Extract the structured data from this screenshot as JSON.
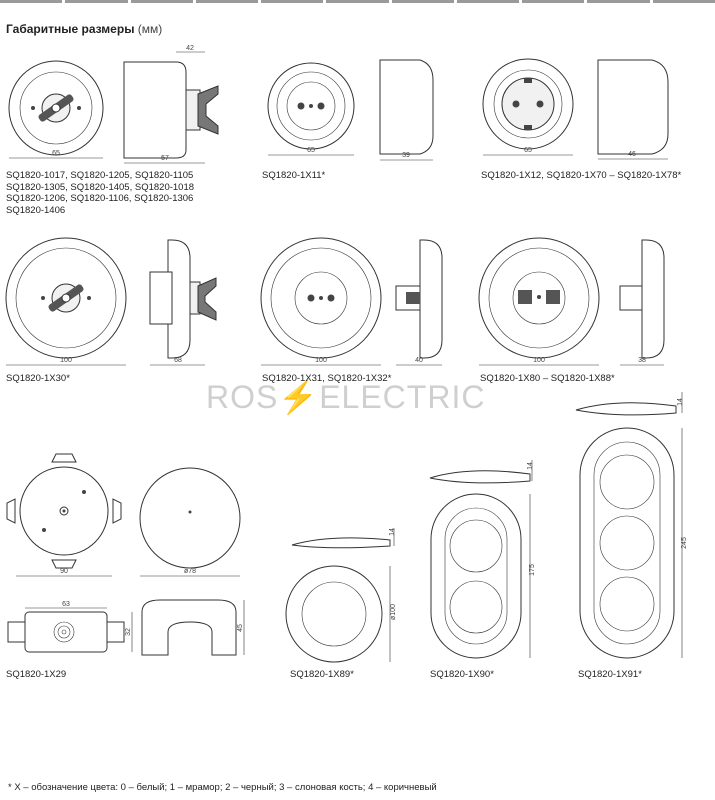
{
  "header": {
    "title_bold": "Габаритные размеры",
    "title_unit": "(мм)"
  },
  "watermark": {
    "left": "ROS",
    "right": "ELECTRIC"
  },
  "captions": {
    "c1": [
      "SQ1820-1017, SQ1820-1205, SQ1820-1105",
      "SQ1820-1305, SQ1820-1405, SQ1820-1018",
      "SQ1820-1206, SQ1820-1106, SQ1820-1306",
      "SQ1820-1406"
    ],
    "c2": "SQ1820-1X11*",
    "c3": "SQ1820-1X12, SQ1820-1X70 – SQ1820-1X78*",
    "c4": "SQ1820-1X30*",
    "c5": "SQ1820-1X31, SQ1820-1X32*",
    "c6": "SQ1820-1X80 – SQ1820-1X88*",
    "c7": "SQ1820-1X29",
    "c8": "SQ1820-1X89*",
    "c9": "SQ1820-1X90*",
    "c10": "SQ1820-1X91*"
  },
  "dimensions": {
    "d42": "42",
    "d65a": "65",
    "d57": "57",
    "d65b": "65",
    "d39": "39",
    "d65c": "65",
    "d46": "46",
    "d100a": "100",
    "d68": "68",
    "d100b": "100",
    "d40": "40",
    "d100c": "100",
    "d38": "38",
    "d90": "90",
    "d78": "ø78",
    "d63": "63",
    "d32": "32",
    "d45": "45",
    "d14a": "14",
    "d100d": "ø100",
    "d14b": "14",
    "d175": "175",
    "d14c": "14",
    "d245": "245"
  },
  "footnote": "* Х – обозначение цвета: 0 – белый; 1 – мрамор; 2 – черный; 3 – слоновая кость; 4 – коричневый"
}
